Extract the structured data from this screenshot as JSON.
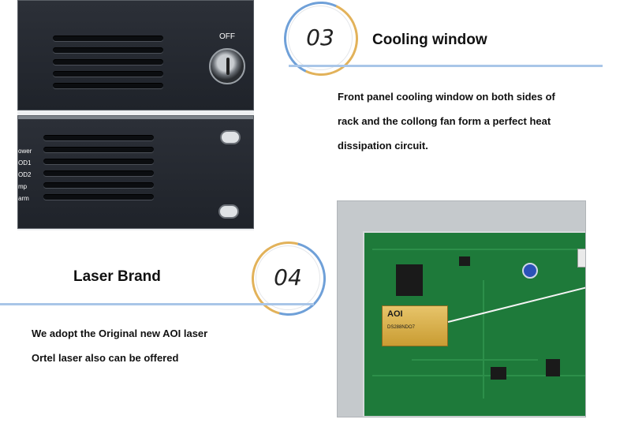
{
  "rack": {
    "off_label": "OFF",
    "led_labels": [
      "ower",
      "OD1",
      "OD2",
      "mp",
      "arm"
    ]
  },
  "section3": {
    "number": "03",
    "title": "Cooling window",
    "lines": [
      "Front panel cooling window on both sides of",
      "rack and the collong fan form a perfect heat",
      "dissipation circuit."
    ]
  },
  "section4": {
    "number": "04",
    "title": "Laser Brand",
    "lines": [
      "We adopt the Original new AOI laser",
      "Ortel laser also can be offered"
    ]
  },
  "pcb": {
    "laser_brand": "AOI",
    "laser_model": "DS288NDO7"
  },
  "colors": {
    "rule": "#a9c6e8",
    "badge_arc_blue": "#6fa0d8",
    "badge_arc_gold": "#e2b25a",
    "pcb_green": "#1e7a3a"
  }
}
